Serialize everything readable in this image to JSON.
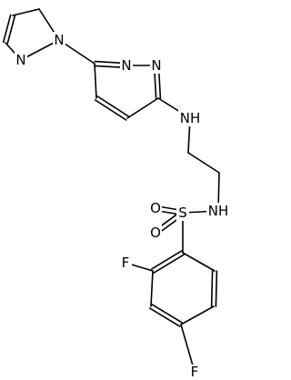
{
  "atom_labels": {
    "n_pyrazole_a": "N",
    "n_pyrazole_b": "N",
    "n_pyridazine_a": "N",
    "n_pyridazine_b": "N",
    "nh_amine": "NH",
    "nh_sulfonamide": "NH",
    "s_sulfonyl": "S",
    "o_sulfonyl_top": "O",
    "o_sulfonyl_bottom": "O",
    "f_ortho": "F",
    "f_para": "F"
  },
  "colors": {
    "bond": "#000000",
    "label": "#000000",
    "background": "#ffffff"
  }
}
